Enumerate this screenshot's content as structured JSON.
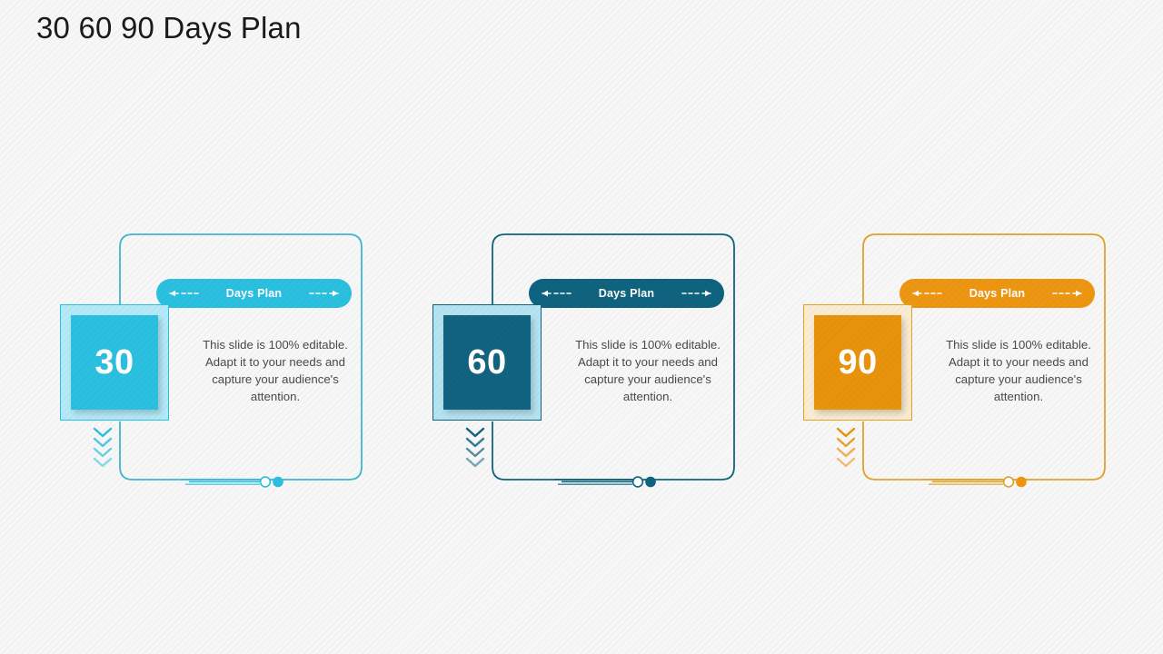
{
  "slide": {
    "title": "30 60 90 Days Plan",
    "background_color": "#f7f7f7",
    "title_color": "#1a1a1a"
  },
  "cards": [
    {
      "number": "30",
      "badge_label": "Days Plan",
      "body": "This slide is 100% editable. Adapt it to your needs and capture your audience's  attention.",
      "accent_color": "#2bc0e0",
      "accent_light": "#aee7f5",
      "outline_color": "#3fb6cf",
      "badge_color": "#2bc0e0",
      "square_fill": "#2bc0e0",
      "square_pad_color": "#b4e9f7",
      "dot_fill": "#2bc0e0",
      "left_arrow_icon": "dashed-arrow-left-icon",
      "right_arrow_icon": "dashed-arrow-right-icon",
      "chevron_icon": "chevrons-down-icon",
      "slider_icon": "slider-track-icon"
    },
    {
      "number": "60",
      "badge_label": "Days Plan",
      "body": "This slide is 100% editable. Adapt it to your needs and capture your audience's  attention.",
      "accent_color": "#0f637f",
      "accent_light": "#b6e3f2",
      "outline_color": "#0f637f",
      "badge_color": "#0f637f",
      "square_fill": "#116380",
      "square_pad_color": "#b6e3f2",
      "dot_fill": "#0f637f",
      "left_arrow_icon": "dashed-arrow-left-icon",
      "right_arrow_icon": "dashed-arrow-right-icon",
      "chevron_icon": "chevrons-down-icon",
      "slider_icon": "slider-track-icon"
    },
    {
      "number": "90",
      "badge_label": "Days Plan",
      "body": "This slide is 100% editable. Adapt it to your needs and capture your audience's  attention.",
      "accent_color": "#e8930c",
      "accent_light": "#f7e3bd",
      "outline_color": "#e0a32a",
      "badge_color": "#ed9612",
      "square_fill": "#e8930c",
      "square_pad_color": "#faecd2",
      "dot_fill": "#f0960e",
      "left_arrow_icon": "dashed-arrow-left-icon",
      "right_arrow_icon": "dashed-arrow-right-icon",
      "chevron_icon": "chevrons-down-icon",
      "slider_icon": "slider-track-icon"
    }
  ]
}
